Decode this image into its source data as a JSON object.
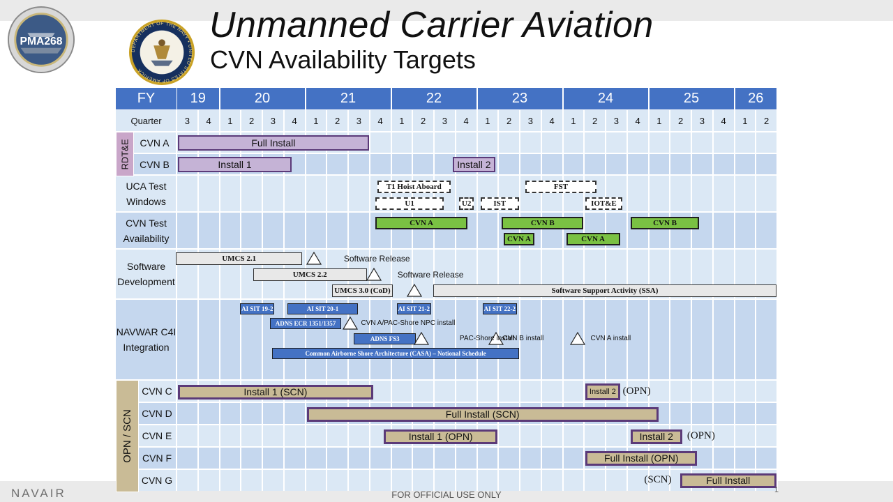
{
  "header": {
    "title": "Unmanned Carrier Aviation",
    "subtitle": "CVN Availability Targets",
    "left_logo_text": "PMA268",
    "right_logo_ring_text": "DEPARTMENT OF THE NAVY • UNITED STATES OF AMERICA"
  },
  "footer": {
    "org": "NAVAIR",
    "classification": "FOR OFFICIAL USE ONLY",
    "page": "1"
  },
  "colors": {
    "header_blue": "#4472c4",
    "row_light": "#dbe8f5",
    "row_dark": "#c5d7ee",
    "purple_bar": "#c5b3d6",
    "green_bar": "#7ac143",
    "tan_bar": "#c9bb96",
    "purple_group": "#c9a6c9"
  },
  "timeline": {
    "fy_label": "FY",
    "quarter_label": "Quarter",
    "years": [
      {
        "label": "19",
        "quarters": 2
      },
      {
        "label": "20",
        "quarters": 4
      },
      {
        "label": "21",
        "quarters": 4
      },
      {
        "label": "22",
        "quarters": 4
      },
      {
        "label": "23",
        "quarters": 4
      },
      {
        "label": "24",
        "quarters": 4
      },
      {
        "label": "25",
        "quarters": 4
      },
      {
        "label": "26",
        "quarters": 2
      }
    ],
    "quarters": [
      "3",
      "4",
      "1",
      "2",
      "3",
      "4",
      "1",
      "2",
      "3",
      "4",
      "1",
      "2",
      "3",
      "4",
      "1",
      "2",
      "3",
      "4",
      "1",
      "2",
      "3",
      "4",
      "1",
      "2",
      "3",
      "4",
      "1",
      "2"
    ]
  },
  "groups": [
    {
      "label": "RDT&E",
      "rows": [
        "cvn-a",
        "cvn-b"
      ]
    },
    {
      "label": "OPN / SCN",
      "rows": [
        "cvn-c",
        "cvn-d",
        "cvn-e",
        "cvn-f",
        "cvn-g"
      ]
    }
  ],
  "rows": [
    {
      "id": "cvn-a",
      "label": "CVN A"
    },
    {
      "id": "cvn-b",
      "label": "CVN B"
    },
    {
      "id": "uca-test",
      "label": "UCA Test Windows"
    },
    {
      "id": "cvn-test",
      "label": "CVN Test Availability"
    },
    {
      "id": "software",
      "label": "Software Development"
    },
    {
      "id": "navwar",
      "label": "NAVWAR C4I Integration"
    },
    {
      "id": "cvn-c",
      "label": "CVN C"
    },
    {
      "id": "cvn-d",
      "label": "CVN D"
    },
    {
      "id": "cvn-e",
      "label": "CVN E"
    },
    {
      "id": "cvn-f",
      "label": "CVN F"
    },
    {
      "id": "cvn-g",
      "label": "CVN G"
    }
  ],
  "bars": [
    {
      "row": "cvn-a",
      "label": "Full Install",
      "style": "purple",
      "start": 0,
      "end": 9
    },
    {
      "row": "cvn-b",
      "label": "Install 1",
      "style": "purple",
      "start": 0,
      "end": 5.4
    },
    {
      "row": "cvn-b",
      "label": "Install 2",
      "style": "purple",
      "start": 12.8,
      "end": 14.9
    },
    {
      "row": "uca-test",
      "label": "T1 Hoist Aboard",
      "style": "dash",
      "start": 9.3,
      "end": 12.8
    },
    {
      "row": "uca-test",
      "label": "FST",
      "style": "dash",
      "start": 16.2,
      "end": 19.6
    },
    {
      "row": "uca-test",
      "label": "U1",
      "style": "dash",
      "start": 9.2,
      "end": 12.5
    },
    {
      "row": "uca-test",
      "label": "U2",
      "style": "dash",
      "start": 13.1,
      "end": 13.9
    },
    {
      "row": "uca-test",
      "label": "IST",
      "style": "dash",
      "start": 14.1,
      "end": 16.0
    },
    {
      "row": "uca-test",
      "label": "IOT&E",
      "style": "dash",
      "start": 19.0,
      "end": 20.8
    },
    {
      "row": "cvn-test",
      "label": "CVN A",
      "style": "green",
      "start": 9.2,
      "end": 13.6
    },
    {
      "row": "cvn-test",
      "label": "CVN B",
      "style": "green",
      "start": 15.1,
      "end": 19.0
    },
    {
      "row": "cvn-test",
      "label": "CVN B",
      "style": "green",
      "start": 21.1,
      "end": 24.4
    },
    {
      "row": "cvn-test",
      "label": "CVN A",
      "style": "green",
      "start": 15.2,
      "end": 16.7
    },
    {
      "row": "cvn-test",
      "label": "CVN A",
      "style": "green",
      "start": 18.1,
      "end": 20.7
    },
    {
      "row": "software",
      "label": "UMCS 2.1",
      "style": "grey",
      "start": -0.1,
      "end": 5.9
    },
    {
      "row": "software",
      "label": "UMCS 2.2",
      "style": "grey",
      "start": 3.5,
      "end": 8.9
    },
    {
      "row": "software",
      "label": "UMCS 3.0 (CoD)",
      "style": "grey",
      "start": 7.2,
      "end": 10.1
    },
    {
      "row": "software",
      "label": "Software Support Activity (SSA)",
      "style": "grey",
      "start": 11.9,
      "end": 28
    },
    {
      "row": "navwar",
      "label": "AI SIT 19-2",
      "style": "blue",
      "start": 2.9,
      "end": 4.6
    },
    {
      "row": "navwar",
      "label": "AI SIT 20-1",
      "style": "blue",
      "start": 5.1,
      "end": 8.5
    },
    {
      "row": "navwar",
      "label": "AI SIT 21-2",
      "style": "blue",
      "start": 10.2,
      "end": 11.9
    },
    {
      "row": "navwar",
      "label": "AI SIT 22-2",
      "style": "blue",
      "start": 14.2,
      "end": 15.9
    },
    {
      "row": "navwar",
      "label": "ADNS ECR 1351/1357",
      "style": "blue",
      "start": 4.3,
      "end": 7.7
    },
    {
      "row": "navwar",
      "label": "ADNS FS3",
      "style": "blue",
      "start": 8.2,
      "end": 11.2
    },
    {
      "row": "navwar",
      "label": "Common Airborne Shore Architecture (CASA) – Notional Schedule",
      "style": "blue",
      "start": 4.4,
      "end": 16.0
    },
    {
      "row": "cvn-c",
      "label": "Install 1 (SCN)",
      "style": "tan",
      "start": 0,
      "end": 9.2
    },
    {
      "row": "cvn-c",
      "label": "Install 2",
      "style": "tan-small",
      "start": 19.0,
      "end": 20.7
    },
    {
      "row": "cvn-d",
      "label": "Full Install (SCN)",
      "style": "tan",
      "start": 6.0,
      "end": 22.5
    },
    {
      "row": "cvn-e",
      "label": "Install 1 (OPN)",
      "style": "tan",
      "start": 9.6,
      "end": 15.0
    },
    {
      "row": "cvn-e",
      "label": "Install 2",
      "style": "tan",
      "start": 21.1,
      "end": 23.6
    },
    {
      "row": "cvn-f",
      "label": "Full Install (OPN)",
      "style": "tan",
      "start": 19.0,
      "end": 24.3
    },
    {
      "row": "cvn-g",
      "label": "Full Install",
      "style": "tan",
      "start": 23.4,
      "end": 28
    }
  ],
  "milestones": [
    {
      "row": "software",
      "sub": 0,
      "at": 6.4
    },
    {
      "row": "software",
      "sub": 1,
      "at": 9.2
    },
    {
      "row": "software",
      "sub": 2,
      "at": 11.1
    },
    {
      "row": "navwar",
      "sub": 1,
      "at": 8.1
    },
    {
      "row": "navwar",
      "sub": 2,
      "at": 11.4
    },
    {
      "row": "navwar",
      "sub": 2,
      "at": 14.9
    },
    {
      "row": "navwar",
      "sub": 2,
      "at": 18.7
    }
  ],
  "notes": [
    {
      "row": "software",
      "sub": 0,
      "at": 7.8,
      "text": "Software Release",
      "style": ""
    },
    {
      "row": "software",
      "sub": 1,
      "at": 10.3,
      "text": "Software Release",
      "style": ""
    },
    {
      "row": "navwar",
      "sub": 1,
      "at": 8.6,
      "text": "CVN A/PAC-Shore NPC install",
      "style": "sm"
    },
    {
      "row": "navwar",
      "sub": 2,
      "at": 13.2,
      "text": "PAC-Shore install",
      "style": "sm"
    },
    {
      "row": "navwar",
      "sub": 2,
      "at": 15.2,
      "text": "CVN B install",
      "style": "sm"
    },
    {
      "row": "navwar",
      "sub": 2,
      "at": 19.3,
      "text": "CVN A install",
      "style": "sm"
    },
    {
      "row": "cvn-c",
      "sub": 0,
      "at": 20.8,
      "text": "(OPN)",
      "style": "serif"
    },
    {
      "row": "cvn-e",
      "sub": 0,
      "at": 23.8,
      "text": "(OPN)",
      "style": "serif"
    },
    {
      "row": "cvn-g",
      "sub": 0,
      "at": 21.8,
      "text": "(SCN)",
      "style": "serif"
    }
  ]
}
